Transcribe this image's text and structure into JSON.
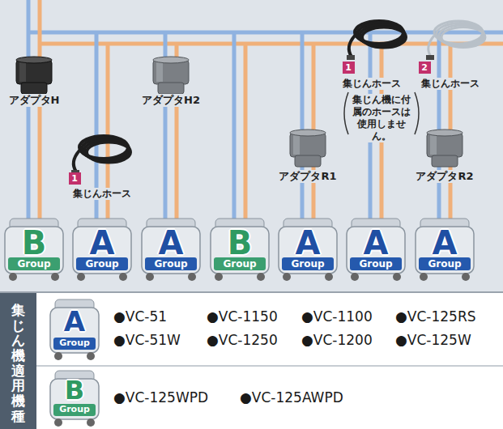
{
  "diagram": {
    "nodes": [
      {
        "text": [
          "B",
          "Group"
        ]
      },
      {
        "text": [
          "A",
          "Group"
        ]
      },
      {
        "text": [
          "A",
          "Group"
        ]
      },
      {
        "text": [
          "B",
          "Group"
        ]
      },
      {
        "text": [
          "A",
          "Group"
        ]
      },
      {
        "text": [
          "A",
          "Group"
        ]
      },
      {
        "text": [
          "A",
          "Group"
        ]
      },
      {
        "text": [
          "A",
          "Group"
        ]
      },
      {
        "text": [
          "B",
          "Group"
        ]
      }
    ],
    "labels": [
      "アダプタH",
      "アダプタH2",
      "1",
      "集じんホース",
      "1",
      "集じんホース",
      "集じん機に付属のホースは使用しません。",
      "2",
      "集じんホース",
      "アダプタR1",
      "アダプタR2",
      "集じん機適用機種",
      "●VC-51",
      "●VC-1150",
      "●VC-1100",
      "●VC-125RS",
      "●VC-51W",
      "●VC-1250",
      "●VC-1200",
      "●VC-125W",
      "●VC-125WPD",
      "●VC-125AWPD"
    ]
  }
}
